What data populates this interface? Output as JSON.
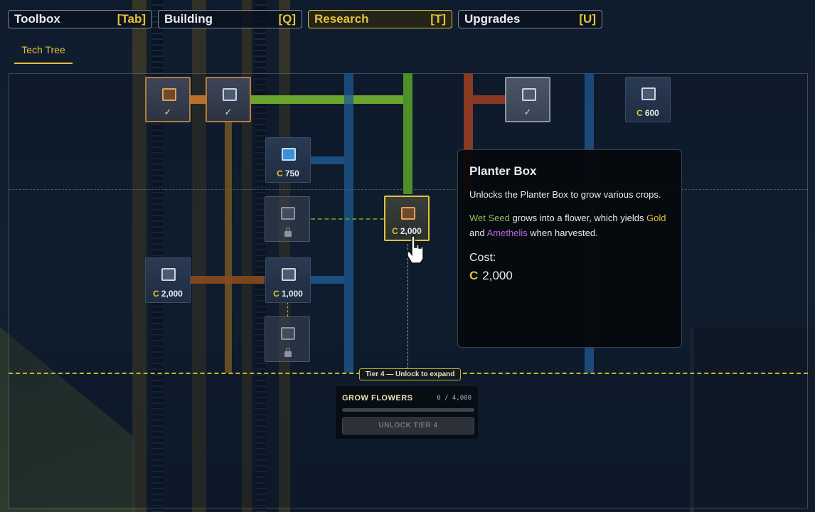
{
  "tabs": [
    {
      "label": "Toolbox",
      "key": "[Tab]"
    },
    {
      "label": "Building",
      "key": "[Q]"
    },
    {
      "label": "Research",
      "key": "[T]"
    },
    {
      "label": "Upgrades",
      "key": "[U]"
    }
  ],
  "active_tab": "Research",
  "subtab": "Tech Tree",
  "nodes": {
    "n1": {
      "state": "researched",
      "icon": "conveyor-icon",
      "mark": "✓"
    },
    "n2": {
      "state": "researched",
      "icon": "chip-icon",
      "mark": "✓"
    },
    "n3": {
      "state": "researched",
      "icon": "machine-icon",
      "mark": "✓"
    },
    "n4": {
      "state": "available",
      "icon": "generator-icon",
      "cost": "600"
    },
    "n5": {
      "state": "available",
      "icon": "crystal-icon",
      "cost": "750"
    },
    "n6": {
      "state": "locked",
      "icon": "tool-icon"
    },
    "n7": {
      "state": "selected",
      "icon": "planter-box-icon",
      "cost": "2,000"
    },
    "n8": {
      "state": "available",
      "icon": "dispenser-icon",
      "cost": "2,000"
    },
    "n9": {
      "state": "available",
      "icon": "cabinet-icon",
      "cost": "1,000"
    },
    "n10": {
      "state": "locked",
      "icon": "portal-icon"
    }
  },
  "tier": {
    "label": "Tier 4 — Unlock to expand",
    "goal": "GROW FLOWERS",
    "progress": "0 / 4,000",
    "progress_fraction": 0,
    "button": "UNLOCK TIER 4"
  },
  "tooltip": {
    "title": "Planter Box",
    "desc": "Unlocks the Planter Box to grow various crops.",
    "seed": "Wet Seed",
    "grows": " grows into a flower, which yields ",
    "gold": "Gold",
    "and": " and ",
    "amethelis": "Amethelis",
    "when": " when harvested.",
    "cost_label": "Cost:",
    "cost_value": "2,000"
  },
  "colors": {
    "accent": "#e2c23a",
    "green": "#8fc25a",
    "purple": "#b36ad4",
    "orange": "#b77a3a",
    "blue": "#1f6fb4"
  }
}
